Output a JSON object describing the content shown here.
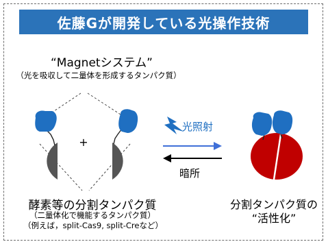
{
  "title": "佐藤Gが開発している光操作技術",
  "magnet_label": "“Magnetシステム”",
  "magnet_sub": "（光を吸収して二量体を形成するタンパク質）",
  "plus_sign": "+",
  "light_label": "光照射",
  "dark_label": "暗所",
  "split_label": "酵素等の分割タンパク質",
  "split_sub1": "（二量体化で機能するタンパク質）",
  "split_sub2": "（例えば，split-Cas9, split-Creなど）",
  "active_label1": "分割タンパク質の",
  "active_label2": "“活性化”",
  "colors": {
    "title_bg": "#2b73b9",
    "magnet_blue": "#1f6fc1",
    "inactive_gray": "#555555",
    "active_red": "#c00000",
    "light_arrow": "#3f6fd8",
    "bolt": "#1f6fc1"
  }
}
